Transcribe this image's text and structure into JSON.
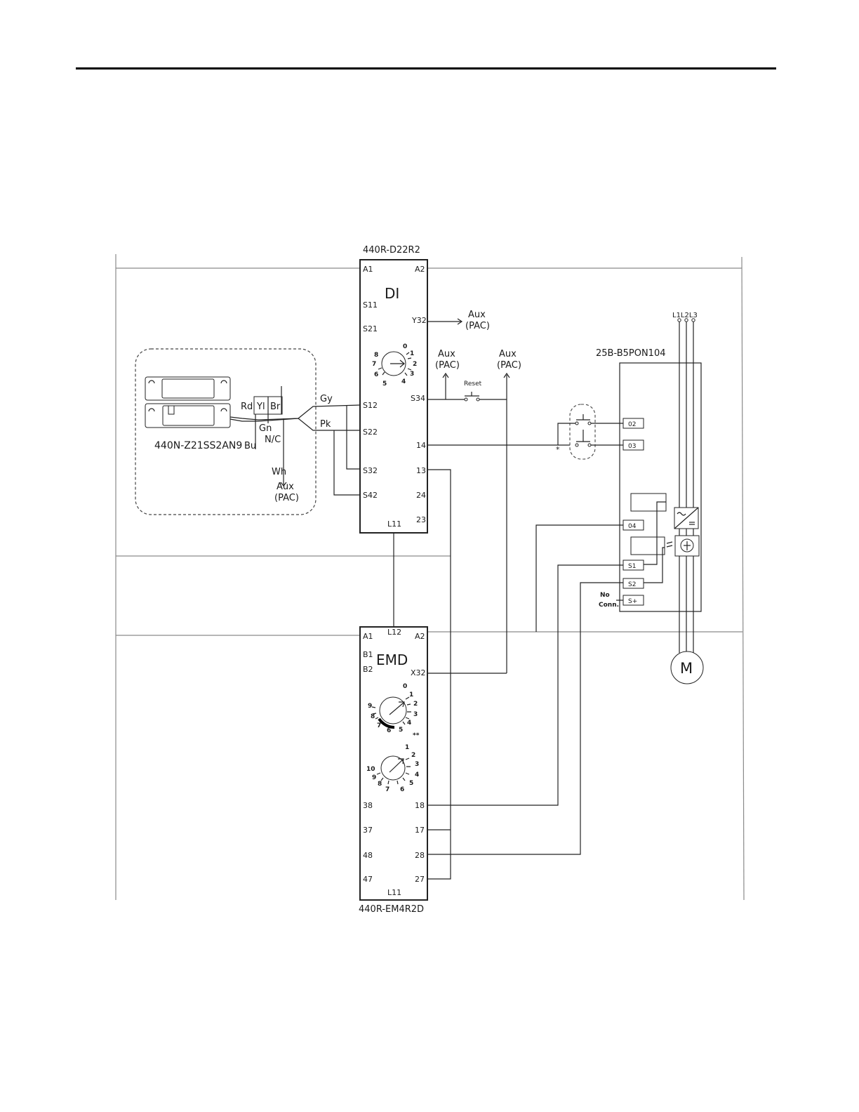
{
  "devices": {
    "di": {
      "model": "440R-D22R2",
      "name": "DI",
      "terminals_left": [
        "A1",
        "S11",
        "S21",
        "S12",
        "S22",
        "S32",
        "S42"
      ],
      "terminals_right": [
        "A2",
        "Y32",
        "S34",
        "14",
        "13",
        "24",
        "23"
      ],
      "terminal_bottom": "L11",
      "dial": [
        "0",
        "1",
        "2",
        "3",
        "4",
        "5",
        "6",
        "7",
        "8"
      ]
    },
    "emd": {
      "model": "440R-EM4R2D",
      "name": "EMD",
      "terminals_left": [
        "A1",
        "B1",
        "B2",
        "38",
        "37",
        "48",
        "47"
      ],
      "terminals_right": [
        "A2",
        "X32",
        "18",
        "17",
        "28",
        "27"
      ],
      "terminal_top": "L12",
      "terminal_bottom": "L11",
      "dial_1": [
        "0",
        "1",
        "2",
        "3",
        "4",
        "5",
        "6",
        "7",
        "8",
        "9"
      ],
      "dial_1_mark": "**",
      "dial_2": [
        "1",
        "2",
        "3",
        "4",
        "5",
        "6",
        "7",
        "8",
        "9",
        "10"
      ]
    },
    "sensor": {
      "model": "440N-Z21SS2AN9",
      "wires": {
        "rd": "Rd",
        "yl": "Yl",
        "br": "Br",
        "gn": "Gn",
        "bu": "Bu",
        "nc": "N/C",
        "wh": "Wh",
        "gy": "Gy",
        "pk": "Pk"
      },
      "aux": "Aux",
      "pac": "(PAC)"
    },
    "drive": {
      "model": "25B-B5PON104",
      "terminals": [
        "02",
        "03",
        "04",
        "S1",
        "S2",
        "S+"
      ],
      "no_conn": "No",
      "no_conn_2": "Conn.",
      "phases": "L1L2L3",
      "motor": "M"
    }
  },
  "labels": {
    "aux": "Aux",
    "pac": "(PAC)",
    "reset": "Reset",
    "asterisk": "*"
  }
}
